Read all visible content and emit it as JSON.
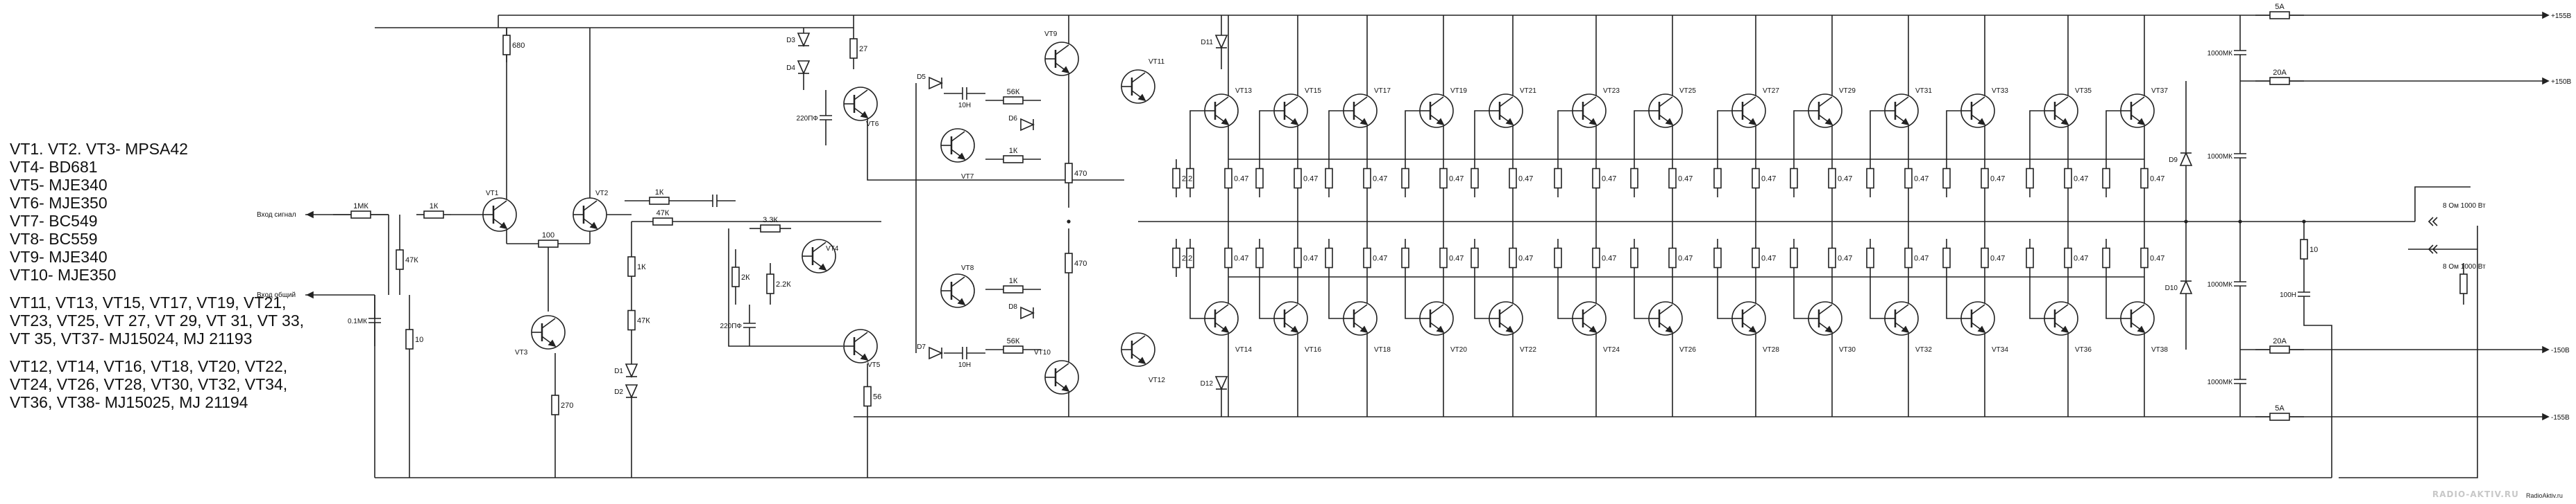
{
  "legend": [
    {
      "lines": [
        "VT1. VT2. VT3- MPSA42",
        "VT4- BD681",
        "VT5- MJE340",
        "VT6- MJE350",
        "VT7- BC549",
        "VT8- BC559",
        "VT9- MJE340",
        "VT10- MJE350"
      ]
    },
    {
      "lines": [
        "VT11, VT13, VT15, VT17, VT19, VT21,",
        "VT23, VT25, VT 27, VT 29, VT 31, VT 33,",
        "VT 35, VT37- MJ15024, MJ 21193"
      ]
    },
    {
      "lines": [
        "VT12, VT14, VT16, VT18, VT20, VT22,",
        "VT24, VT26, VT28, VT30, VT32, VT34,",
        "VT36, VT38- MJ15025, MJ 21194"
      ]
    }
  ],
  "inputs": {
    "signal": "Вход сигнал",
    "common": "Вход общий"
  },
  "rails": {
    "pos155": "+155В",
    "pos150": "+150В",
    "neg150": "-150В",
    "neg155": "-155В"
  },
  "fuses": {
    "f1": "5A",
    "f2": "20A",
    "f3": "20A",
    "f4": "5A"
  },
  "caps": {
    "c1": "1000МК",
    "c2": "1000МК",
    "c3": "1000МК",
    "c4": "1000МК",
    "cin": "0.1МК",
    "c220a": "220ПФ",
    "c220b": "220ПФ",
    "c10a": "10Н",
    "c10b": "10Н",
    "c100": "100Н"
  },
  "resistors": {
    "r680": "680",
    "r27": "27",
    "r1m": "1МК",
    "r1k_in": "1К",
    "r47k_a": "47К",
    "r10_a": "10",
    "r100": "100",
    "r1k_fb": "1К",
    "r47k_fb": "47К",
    "r1k_mid": "1К",
    "r47k_mid": "47К",
    "r270": "270",
    "r33k": "3.3К",
    "r2k": "2К",
    "r22k": "2.2К",
    "r56": "56",
    "r56k_a": "56К",
    "r1k_a": "1К",
    "r56k_b": "56К",
    "r1k_b": "1К",
    "r470_a": "470",
    "r470_b": "470",
    "r22_a": "2.2",
    "r22_b": "2.2",
    "r047": "0.47",
    "r10_out": "10"
  },
  "speaker": {
    "top": "8 Ом 1000 Вт",
    "bottom": "8 Ом 1000 Вт"
  },
  "diodes": {
    "d1": "D1",
    "d2": "D2",
    "d3": "D3",
    "d4": "D4",
    "d5": "D5",
    "d6": "D6",
    "d7": "D7",
    "d8": "D8",
    "d9": "D9",
    "d10": "D10",
    "d11": "D11",
    "d12": "D12"
  },
  "transistors": {
    "vt1": "VT1",
    "vt2": "VT2",
    "vt3": "VT3",
    "vt4": "VT4",
    "vt5": "VT5",
    "vt6": "VT6",
    "vt7": "VT7",
    "vt8": "VT8",
    "vt9": "VT9",
    "vt10": "VT10",
    "vt11": "VT11",
    "vt12": "VT12",
    "top_row": [
      "VT13",
      "VT15",
      "VT17",
      "VT19",
      "VT21",
      "VT23",
      "VT25",
      "VT27",
      "VT29",
      "VT31",
      "VT33",
      "VT35",
      "VT37"
    ],
    "bottom_row": [
      "VT14",
      "VT16",
      "VT18",
      "VT20",
      "VT22",
      "VT24",
      "VT26",
      "VT28",
      "VT30",
      "VT32",
      "VT34",
      "VT36",
      "VT38"
    ]
  },
  "watermark": "RADIO-AKTIV.RU",
  "site": "RadioAktiv.ru"
}
